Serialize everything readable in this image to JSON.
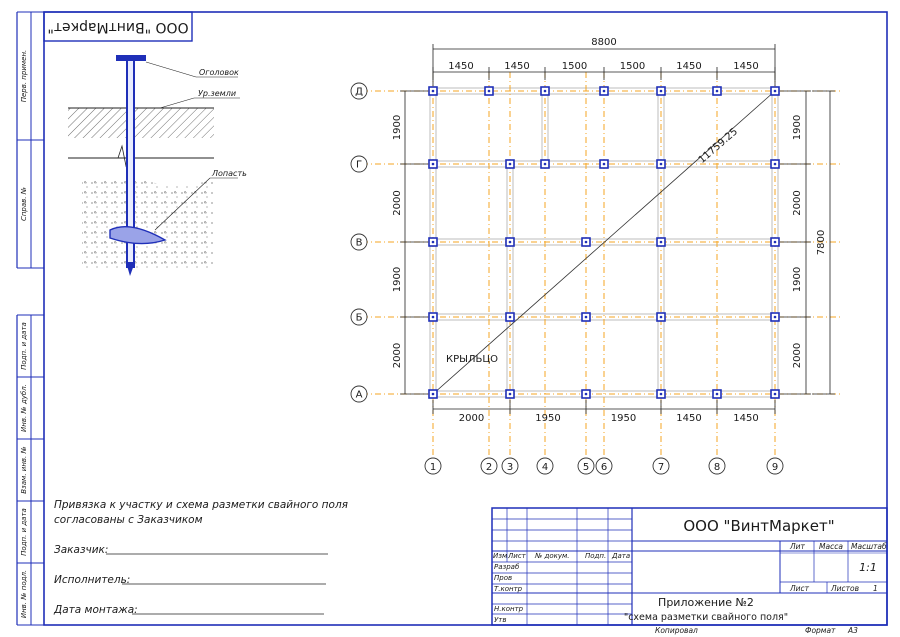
{
  "company": {
    "stamp": "ООО \"ВинтМаркет\"",
    "title_block_name": "ООО \"ВинтМаркет\""
  },
  "side_labels": [
    "Перв. примен.",
    "Справ. №",
    "Подп. и дата",
    "Инв. № дубл.",
    "Взам. инв. №",
    "Подп. и дата",
    "Инв. № подл."
  ],
  "pile_detail": {
    "labels": [
      "Оголовок",
      "Ур.земли",
      "Лопасть"
    ]
  },
  "agreement": {
    "line1": "Привязка к участку и схема разметки свайного поля",
    "line2": "согласованы с Заказчиком",
    "customer": "Заказчик:",
    "contractor": "Исполнитель:",
    "date": "Дата монтажа:"
  },
  "plan": {
    "overall_width": "8800",
    "overall_depth": "7800",
    "diagonal": "11759.25",
    "porch_label": "КРЫЛЬЦО",
    "top_dims": [
      "1450",
      "1450",
      "1500",
      "1500",
      "1450",
      "1450"
    ],
    "bottom_dims": [
      "2000",
      "1950",
      "1950",
      "1450",
      "1450"
    ],
    "left_dims": [
      "1900",
      "2000",
      "1900",
      "2000"
    ],
    "right_dims": [
      "1900",
      "2000",
      "1900",
      "2000"
    ],
    "row_labels": [
      "Д",
      "Г",
      "В",
      "Б",
      "А"
    ],
    "col_labels": [
      "1",
      "2",
      "3",
      "4",
      "5",
      "6",
      "7",
      "8",
      "9"
    ]
  },
  "title_block": {
    "headers": [
      "Изм",
      "Лист",
      "№ докум.",
      "Подп.",
      "Дата"
    ],
    "roles": [
      "Разраб",
      "Пров",
      "Т.контр",
      "Н.контр",
      "Утв"
    ],
    "lit_label": "Лит",
    "mass_label": "Масса",
    "scale_label": "Масштаб",
    "scale_value": "1:1",
    "sheet_label": "Лист",
    "sheets_label": "Листов",
    "sheets_value": "1",
    "doc_title1": "Приложение №2",
    "doc_title2": "\"схема разметки свайного поля\"",
    "copied": "Копировал",
    "format": "Формат",
    "format_value": "А3"
  }
}
